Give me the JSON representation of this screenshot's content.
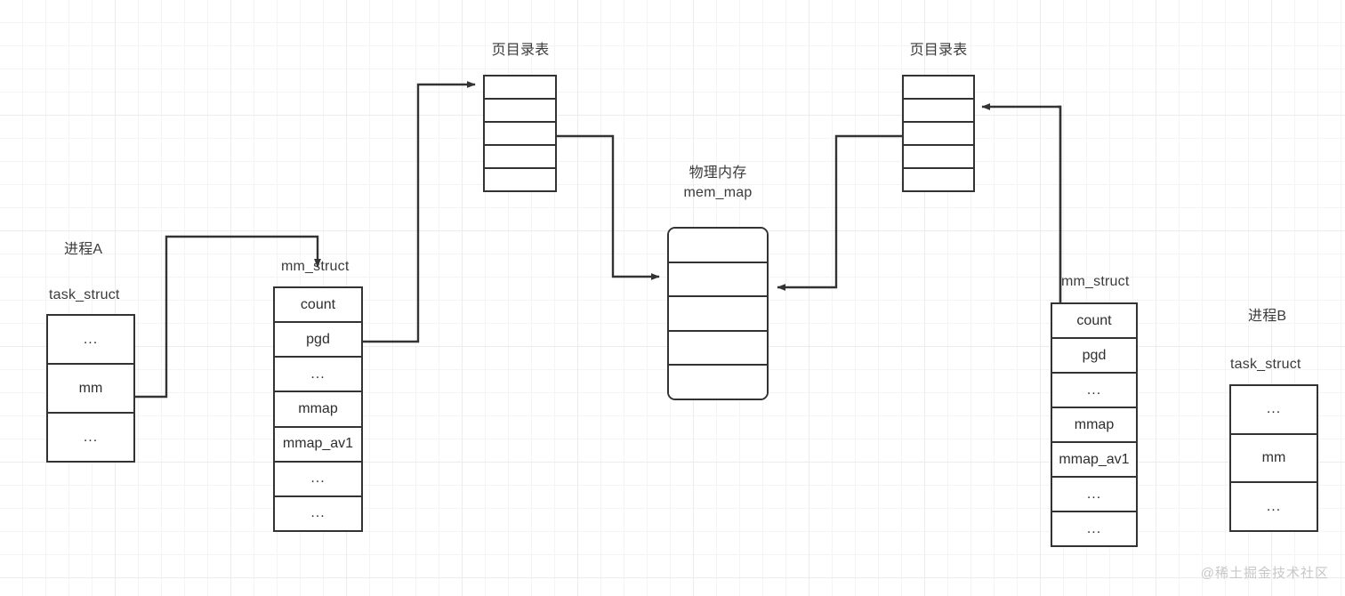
{
  "diagram": {
    "title_watermark": "@稀土掘金技术社区",
    "colors": {
      "stroke": "#333333",
      "text": "#2e2e2e",
      "caption": "#3b3b3b",
      "grid_minor": "#f4f4f4",
      "grid_major": "#ececec",
      "background": "#ffffff",
      "watermark": "#c7c7c7"
    },
    "labels": {
      "process_a": "进程A",
      "process_b": "进程B",
      "task_struct_a": "task_struct",
      "task_struct_b": "task_struct",
      "mm_struct_a": "mm_struct",
      "mm_struct_b": "mm_struct",
      "page_dir_left": "页目录表",
      "page_dir_right": "页目录表",
      "phys_mem_line1": "物理内存",
      "phys_mem_line2": "mem_map"
    },
    "task_struct_a": {
      "rows": [
        "...",
        "mm",
        "..."
      ]
    },
    "task_struct_b": {
      "rows": [
        "...",
        "mm",
        "..."
      ]
    },
    "mm_struct_a": {
      "rows": [
        "count",
        "pgd",
        "...",
        "mmap",
        "mmap_av1",
        "...",
        "..."
      ]
    },
    "mm_struct_b": {
      "rows": [
        "count",
        "pgd",
        "...",
        "mmap",
        "mmap_av1",
        "...",
        "..."
      ]
    },
    "page_dir_left": {
      "rows": [
        "",
        "",
        "",
        "",
        ""
      ]
    },
    "page_dir_right": {
      "rows": [
        "",
        "",
        "",
        "",
        ""
      ]
    },
    "mem_map": {
      "rows": [
        "",
        "",
        "",
        "",
        ""
      ]
    },
    "connections": [
      {
        "name": "task-a-mm-to-mm-struct-a",
        "from": "task_struct_a.mm",
        "to": "mm_struct_a",
        "arrow": true
      },
      {
        "name": "mm-struct-a-pgd-to-page-dir-left",
        "from": "mm_struct_a.pgd",
        "to": "page_dir_left",
        "arrow": true
      },
      {
        "name": "page-dir-left-to-mem-map",
        "from": "page_dir_left.row3",
        "to": "mem_map.row2",
        "arrow": true
      },
      {
        "name": "page-dir-right-to-mem-map",
        "from": "page_dir_right.row3",
        "to": "mem_map.row2",
        "arrow": true
      },
      {
        "name": "mm-struct-b-pgd-to-page-dir-right",
        "from": "mm_struct_b.pgd",
        "to": "page_dir_right.row2",
        "arrow": true
      }
    ]
  }
}
